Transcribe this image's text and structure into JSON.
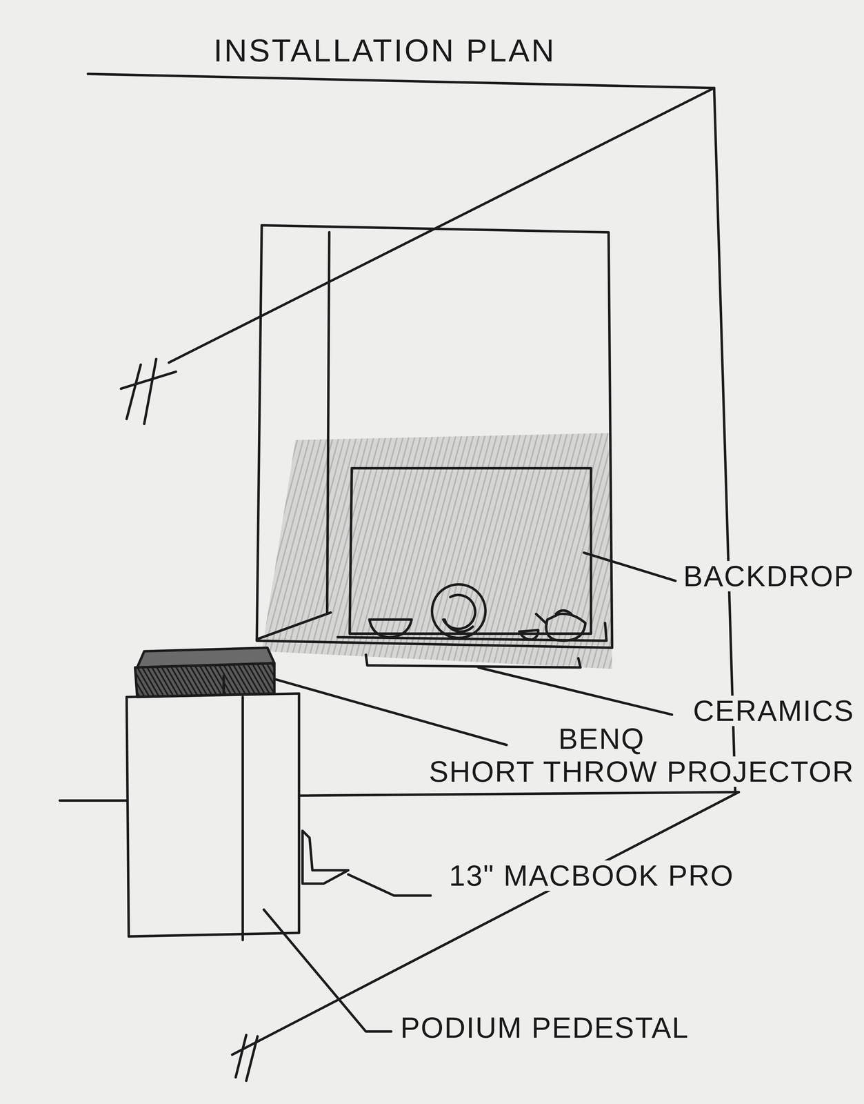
{
  "diagram": {
    "title": "INSTALLATION PLAN",
    "labels": [
      "BACKDROP",
      "CERAMICS",
      "BENQ",
      "SHORT THROW PROJECTOR",
      "13\" MACBOOK PRO",
      "PODIUM PEDESTAL"
    ]
  }
}
